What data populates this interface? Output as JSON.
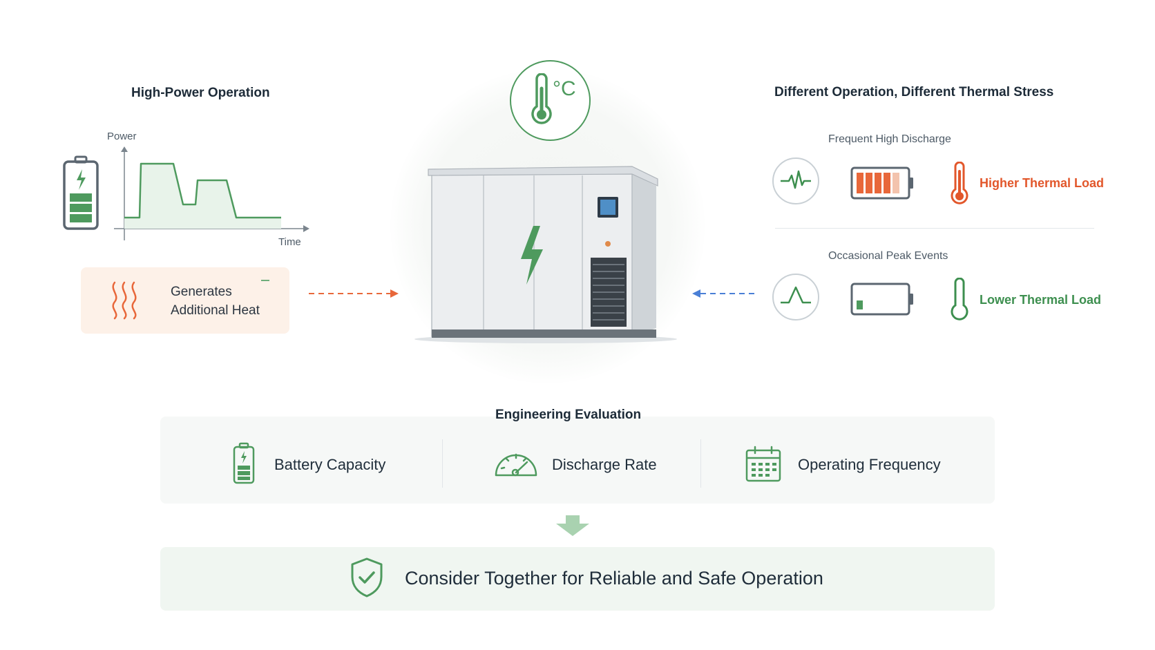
{
  "left": {
    "title": "High-Power Operation",
    "y_axis_label": "Power",
    "x_axis_label": "Time",
    "heat_line1": "Generates",
    "heat_line2": "Additional Heat"
  },
  "center": {
    "temp_unit": "°C"
  },
  "right": {
    "title": "Different Operation, Different Thermal Stress",
    "scenarios": [
      {
        "label": "Frequent High Discharge",
        "load": "Higher Thermal Load",
        "color": "#e2572b"
      },
      {
        "label": "Occasional Peak Events",
        "load": "Lower Thermal Load",
        "color": "#3d8f4f"
      }
    ]
  },
  "evaluation": {
    "title": "Engineering Evaluation",
    "items": [
      {
        "label": "Battery Capacity",
        "icon": "battery-icon"
      },
      {
        "label": "Discharge Rate",
        "icon": "gauge-icon"
      },
      {
        "label": "Operating Frequency",
        "icon": "calendar-icon"
      }
    ]
  },
  "conclusion": {
    "text": "Consider Together for Reliable and Safe Operation",
    "icon": "shield-check-icon"
  },
  "colors": {
    "green": "#4e9a5e",
    "orange": "#e8673a",
    "blue": "#4a7fd6"
  }
}
